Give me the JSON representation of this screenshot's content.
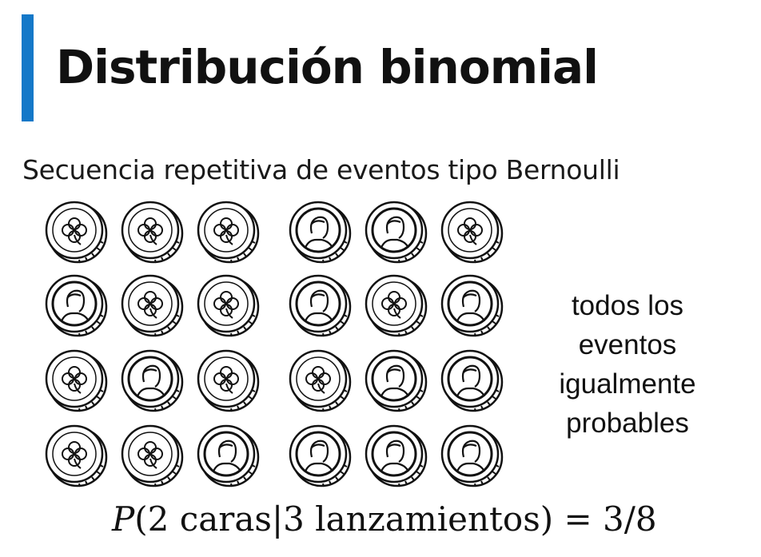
{
  "slide": {
    "title": "Distribución binomial",
    "subtitle": "Secuencia repetitiva de eventos tipo Bernoulli",
    "accent_color": "#1478c8"
  },
  "coins": {
    "rows": [
      [
        "clover-icon",
        "clover-icon",
        "clover-icon",
        "face-icon",
        "face-icon",
        "clover-icon"
      ],
      [
        "face-icon",
        "clover-icon",
        "clover-icon",
        "face-icon",
        "clover-icon",
        "face-icon"
      ],
      [
        "clover-icon",
        "face-icon",
        "clover-icon",
        "clover-icon",
        "face-icon",
        "face-icon"
      ],
      [
        "clover-icon",
        "clover-icon",
        "face-icon",
        "face-icon",
        "face-icon",
        "face-icon"
      ]
    ]
  },
  "side_note": {
    "lines": [
      "todos los",
      "eventos",
      "igualmente",
      "probables"
    ]
  },
  "formula": {
    "p": "P",
    "open": "(2 caras|3 lanzamientos) = 3/8"
  }
}
